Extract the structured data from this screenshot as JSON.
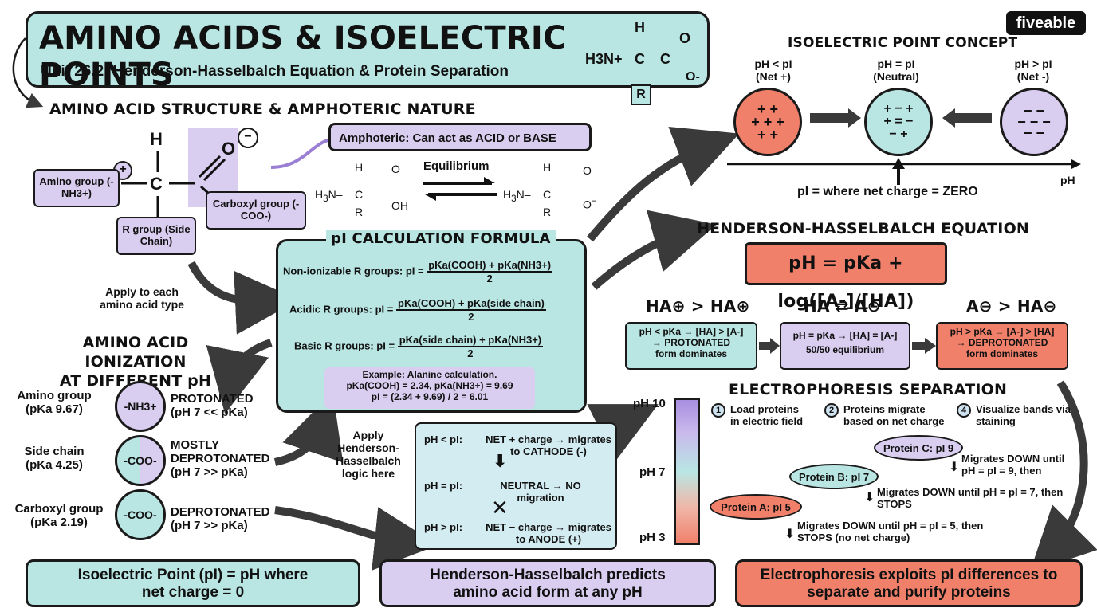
{
  "title": {
    "main": "AMINO ACIDS & ISOELECTRIC POINTS",
    "subtitle": "Unit 26.2: Henderson-Hasselbalch Equation & Protein Separation"
  },
  "brand": "fiveable",
  "title_molecule": {
    "h": "H",
    "n": "H3N+",
    "c": "C",
    "c2": "C",
    "o": "O",
    "o_minus": "O-",
    "r": "R"
  },
  "structure": {
    "heading": "AMINO ACID STRUCTURE & AMPHOTERIC NATURE",
    "amino_group": "Amino group (-NH3+)",
    "carboxyl_group": "Carboxyl group (-COO-)",
    "r_group": "R group (Side Chain)",
    "amphoteric": "Amphoteric: Can act as ACID or BASE",
    "equilibrium": "Equilibrium",
    "atoms": {
      "h": "H",
      "c": "C",
      "o": "O",
      "plus": "+",
      "minus": "−"
    }
  },
  "isoelectric_concept": {
    "heading": "ISOELECTRIC POINT CONCEPT",
    "left_label": "pH < pI",
    "left_sub": "(Net +)",
    "mid_label": "pH = pI",
    "mid_sub": "(Neutral)",
    "right_label": "pH > pI",
    "right_sub": "(Net -)",
    "axis": "pH",
    "note": "pI = where net charge = ZERO"
  },
  "pi_formula": {
    "heading": "pI CALCULATION FORMULA",
    "rows": [
      {
        "label": "Non-ionizable R groups: pI =",
        "num": "pKa(COOH) + pKa(NH3+)",
        "den": "2"
      },
      {
        "label": "Acidic R groups: pI =",
        "num": "pKa(COOH) + pKa(side chain)",
        "den": "2"
      },
      {
        "label": "Basic R groups: pI =",
        "num": "pKa(side chain) + pKa(NH3+)",
        "den": "2"
      }
    ],
    "example_title": "Example: Alanine calculation.",
    "example_line1": "pKa(COOH) = 2.34, pKa(NH3+) = 9.69",
    "example_line2": "pI = (2.34 + 9.69) / 2 = 6.01"
  },
  "apply_note": "Apply to each amino acid type",
  "hh_note": "Apply Henderson-Hasselbalch logic here",
  "henderson": {
    "heading": "HENDERSON-HASSELBALCH EQUATION",
    "equation": "pH = pKa + log([A-]/[HA])",
    "labels": [
      "HA⊕ > HA⊕",
      "HA ⇄ A⊖",
      "A⊖ > HA⊖"
    ],
    "boxes": [
      {
        "line1": "pH < pKa → [HA] > [A-]",
        "line2": "→ PROTONATED",
        "line3": "form dominates"
      },
      {
        "line1": "pH = pKa → [HA] = [A-]",
        "line2": "50/50 equilibrium",
        "line3": ""
      },
      {
        "line1": "pH > pKa → [A-] > [HA]",
        "line2": "→ DEPROTONATED",
        "line3": "form dominates"
      }
    ]
  },
  "ionization": {
    "heading1": "AMINO ACID IONIZATION",
    "heading2": "AT DIFFERENT pH",
    "rows": [
      {
        "group": "Amino group",
        "pka": "(pKa 9.67)",
        "circle": "-NH3+",
        "state": "PROTONATED",
        "cond": "(pH 7 << pKa)"
      },
      {
        "group": "Side chain",
        "pka": "(pKa 4.25)",
        "circle": "-COO-",
        "state": "MOSTLY DEPROTONATED",
        "cond": "(pH 7 >> pKa)"
      },
      {
        "group": "Carboxyl group",
        "pka": "(pKa 2.19)",
        "circle": "-COO-",
        "state": "DEPROTONATED",
        "cond": "(pH 7 >> pKa)"
      }
    ]
  },
  "migration": {
    "rows": [
      {
        "cond": "pH < pI:",
        "text": "NET + charge → migrates to CATHODE (-)"
      },
      {
        "cond": "pH = pI:",
        "text": "NEUTRAL → NO migration"
      },
      {
        "cond": "pH > pI:",
        "text": "NET − charge → migrates to ANODE (+)"
      }
    ]
  },
  "electrophoresis": {
    "heading": "ELECTROPHORESIS SEPARATION",
    "ph_top": "pH 10",
    "ph_mid": "pH 7",
    "ph_bot": "pH 3",
    "steps": [
      {
        "n": "1",
        "text": "Load proteins in electric field"
      },
      {
        "n": "2",
        "text": "Proteins migrate based on net charge"
      },
      {
        "n": "4",
        "text": "Visualize bands via staining"
      }
    ],
    "proteins": [
      {
        "name": "Protein C: pI 9",
        "note": "Migrates DOWN until pH = pI = 9, then"
      },
      {
        "name": "Protein B: pI 7",
        "note": "Migrates DOWN until pH = pI = 7, then STOPS"
      },
      {
        "name": "Protein A: pI 5",
        "note": "Migrates DOWN until pH = pI = 5, then STOPS (no net charge)"
      }
    ],
    "colors": {
      "protein_c": "#d9cdf0",
      "protein_b": "#b9e6e3",
      "protein_a": "#f0806a"
    }
  },
  "footer": {
    "left": "Isoelectric Point (pI) = pH where net charge = 0",
    "mid": "Henderson-Hasselbalch predicts amino acid form at any pH",
    "right": "Electrophoresis exploits pI differences to separate and purify proteins"
  },
  "colors": {
    "teal": "#b9e6e3",
    "lavender": "#d9cdf0",
    "salmon": "#f0806a",
    "lightblue": "#d3ecf2"
  }
}
